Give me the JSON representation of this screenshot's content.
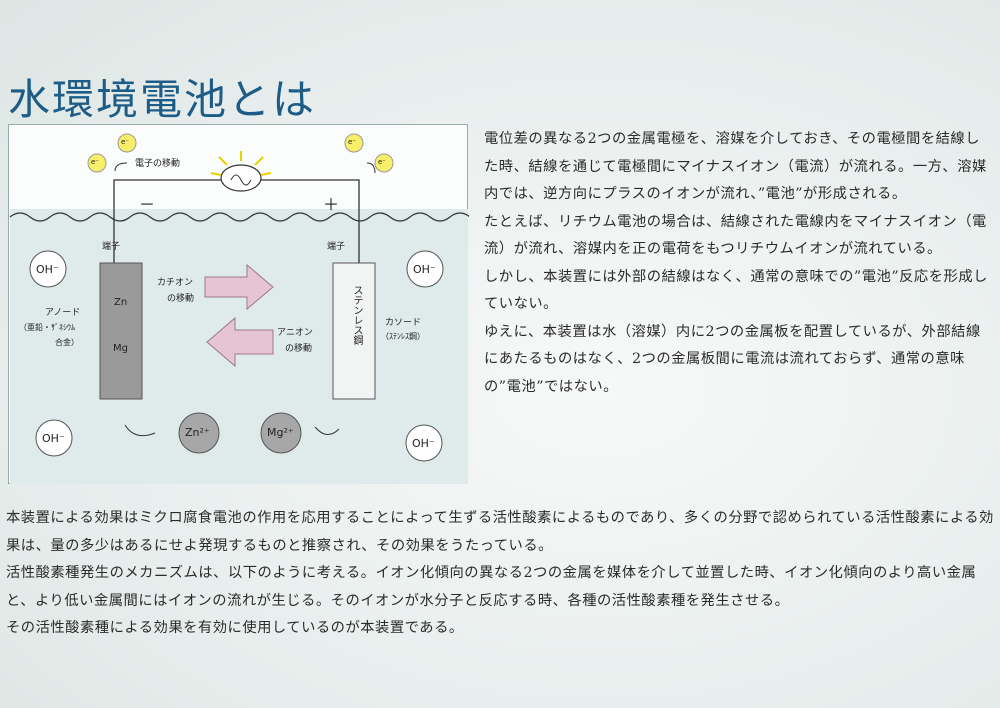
{
  "title": "水環境電池とは",
  "diagram": {
    "electron_move": "電子の移動",
    "minus": "－",
    "plus": "＋",
    "terminal_left": "端子",
    "terminal_right": "端子",
    "oh": "OH⁻",
    "e_symbol": "e⁻",
    "anode_label": "アノード",
    "anode_sub": "（亜鉛・ｻﾞﾈｼｳﾑ",
    "anode_sub2": "合金）",
    "zn": "Zn",
    "mg": "Mg",
    "cation_label": "カチオン",
    "cation_move": "の移動",
    "anion_label": "アニオン",
    "anion_move": "の移動",
    "steel": "ステンレス鋼",
    "cathode_label": "カソード",
    "cathode_sub": "（ｽﾃﾝﾚｽ鋼）",
    "zn_ion": "Zn²⁺",
    "mg_ion": "Mg²⁺"
  },
  "explanation": [
    "電位差の異なる2つの金属電極を、溶媒を介しておき、その電極間を結線した時、結線を通じて電極間にマイナスイオン（電流）が流れる。一方、溶媒内では、逆方向にプラスのイオンが流れ、”電池”が形成される。",
    "たとえば、リチウム電池の場合は、結線された電線内をマイナスイオン（電流）が流れ、溶媒内を正の電荷をもつリチウムイオンが流れている。",
    "しかし、本装置には外部の結線はなく、通常の意味での”電池”反応を形成していない。",
    "ゆえに、本装置は水（溶媒）内に2つの金属板を配置しているが、外部結線にあたるものはなく、2つの金属板間に電流は流れておらず、通常の意味の”電池”ではない。"
  ],
  "body": [
    "本装置による効果はミクロ腐食電池の作用を応用することによって生ずる活性酸素によるものであり、多くの分野で認められている活性酸素による効果は、量の多少はあるにせよ発現するものと推察され、その効果をうたっている。",
    "活性酸素種発生のメカニズムは、以下のように考える。イオン化傾向の異なる2つの金属を媒体を介して並置した時、イオン化傾向のより高い金属と、より低い金属間にはイオンの流れが生じる。そのイオンが水分子と反応する時、各種の活性酸素種を発生させる。",
    "その活性酸素種による効果を有効に使用しているのが本装置である。"
  ]
}
